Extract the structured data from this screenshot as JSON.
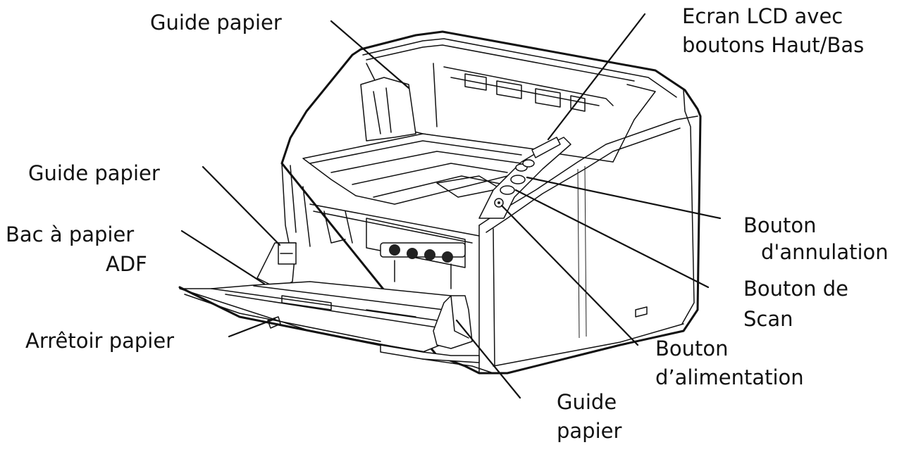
{
  "labels": {
    "guide_top": "Guide papier",
    "lcd_line1": "Ecran LCD avec",
    "lcd_line2": "boutons Haut/Bas",
    "guide_left": "Guide papier",
    "bac_line1": "Bac à papier",
    "bac_line2": "ADF",
    "arretoir": "Arrêtoir papier",
    "annul_line1": "Bouton",
    "annul_line2": "d'annulation",
    "scan_line1": "Bouton de",
    "scan_line2": "Scan",
    "alim_line1": "Bouton",
    "alim_line2": "d’alimentation",
    "guide_bottom_line1": "Guide",
    "guide_bottom_line2": "papier"
  }
}
